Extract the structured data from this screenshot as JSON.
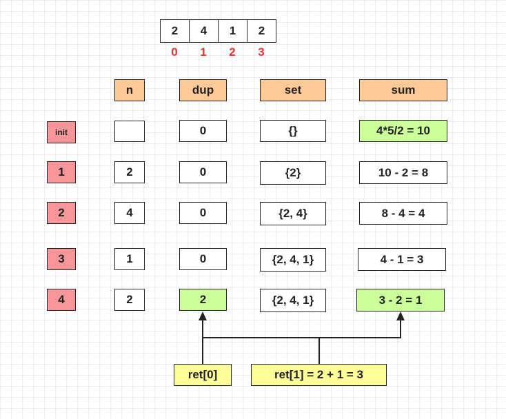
{
  "array": {
    "values": [
      "2",
      "4",
      "1",
      "2"
    ],
    "indices": [
      "0",
      "1",
      "2",
      "3"
    ]
  },
  "headers": {
    "n": "n",
    "dup": "dup",
    "set": "set",
    "sum": "sum"
  },
  "rows": [
    {
      "label": "init",
      "n": "",
      "dup": "0",
      "set": "{}",
      "sum": "4*5/2 = 10"
    },
    {
      "label": "1",
      "n": "2",
      "dup": "0",
      "set": "{2}",
      "sum": "10 - 2 = 8"
    },
    {
      "label": "2",
      "n": "4",
      "dup": "0",
      "set": "{2, 4}",
      "sum": "8 - 4 = 4"
    },
    {
      "label": "3",
      "n": "1",
      "dup": "0",
      "set": "{2, 4, 1}",
      "sum": "4 - 1 = 3"
    },
    {
      "label": "4",
      "n": "2",
      "dup": "2",
      "set": "{2, 4, 1}",
      "sum": "3 - 2 = 1"
    }
  ],
  "results": {
    "ret0": "ret[0]",
    "ret1": "ret[1] = 2 + 1 = 3"
  },
  "colors": {
    "header": "#fcc997",
    "row_label": "#f7969a",
    "highlight": "#ccff99",
    "result": "#ffff99",
    "index": "#e8302f"
  }
}
